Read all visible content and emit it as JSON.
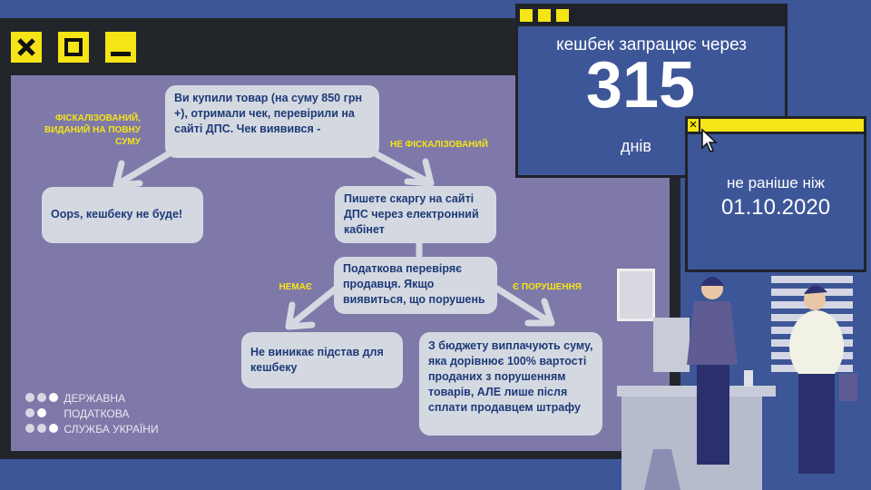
{
  "flow": {
    "start": "Ви купили товар (на суму 850 грн +), отримали чек, перевірили на сайті ДПС. Чек виявився -",
    "label_fiscal": "ФІСКАЛІЗОВАНИЙ, ВИДАНИЙ НА ПОВНУ СУМУ",
    "label_not_fiscal": "НЕ ФІСКАЛІЗОВАНИЙ",
    "oops": "Oops, кешбеку не буде!",
    "complaint": "Пишете скаргу на сайті ДПС через електронний кабінет",
    "check": "Податкова перевіряє продавця. Якщо виявиться, що порушень",
    "label_none": "НЕМАЄ",
    "label_violation": "Є ПОРУШЕННЯ",
    "no_basis": "Не виникає підстав для кешбеку",
    "payout": "З бюджету виплачують суму, яка дорівнює 100% вартості проданих з порушенням товарів, АЛЕ лише після сплати продавцем штрафу"
  },
  "logo": {
    "lines": [
      "ДЕРЖАВНА",
      "ПОДАТКОВА",
      "СЛУЖБА УКРАЇНИ"
    ]
  },
  "cashback_window": {
    "title": "кешбек запрацює через",
    "number": "315",
    "unit": "днів"
  },
  "date_window": {
    "title": "не раніше ніж",
    "date": "01.10.2020"
  },
  "colors": {
    "background": "#3d5698",
    "panel": "#7f79aa",
    "accent": "#f5e416",
    "text": "#1d3a78"
  }
}
